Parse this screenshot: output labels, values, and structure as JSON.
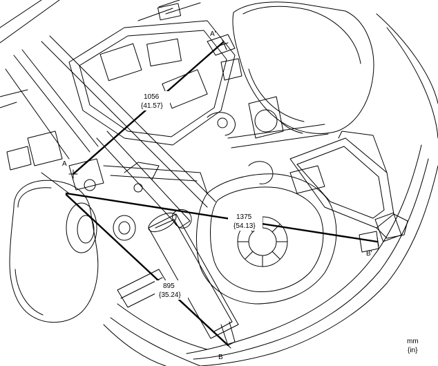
{
  "points": {
    "a": "A",
    "a_prime": "A'",
    "b": "B",
    "b_prime": "B'"
  },
  "dimensions": [
    {
      "mm": "1056",
      "inch": "{41.57}"
    },
    {
      "mm": "1375",
      "inch": "{54.13}"
    },
    {
      "mm": "895",
      "inch": "{35.24}"
    }
  ],
  "units": {
    "primary": "mm",
    "secondary": "{in}"
  }
}
